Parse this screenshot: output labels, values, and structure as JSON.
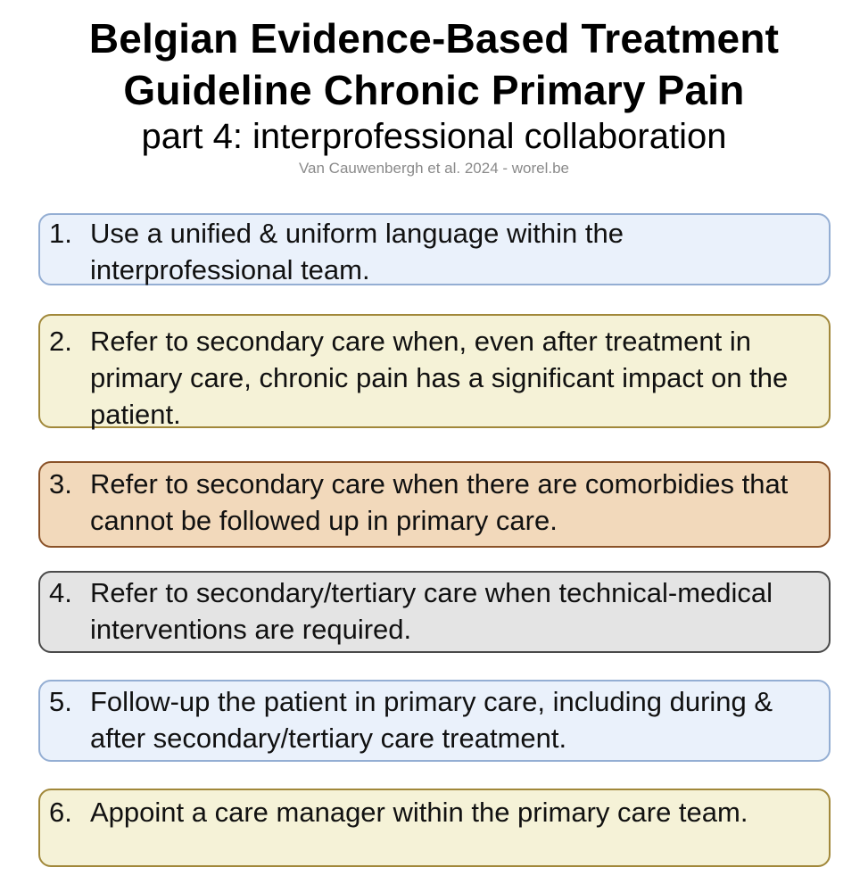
{
  "header": {
    "title_line_1": "Belgian Evidence-Based Treatment",
    "title_line_2": "Guideline Chronic Primary Pain",
    "subtitle": "part 4: interprofessional collaboration",
    "source": "Van Cauwenbergh et al. 2024 - worel.be"
  },
  "colors": {
    "blue_fill": "#eaf1fb",
    "blue_border": "#94aed3",
    "yellow_fill": "#f5f2d7",
    "yellow_border": "#a1883a",
    "orange_fill": "#f2d9bb",
    "orange_border": "#8a5228",
    "grey_fill": "#e4e4e4",
    "grey_border": "#4a4a4a"
  },
  "items": [
    {
      "number": "1.",
      "text": "Use a unified & uniform language within the interprofessional team."
    },
    {
      "number": "2.",
      "text": "Refer to secondary care when, even after treatment in primary care, chronic pain has a significant impact on the patient."
    },
    {
      "number": "3.",
      "text": "Refer to secondary care when there are comorbidies that cannot be followed up in primary care."
    },
    {
      "number": "4.",
      "text": "Refer to secondary/tertiary care when technical-medical interventions are required."
    },
    {
      "number": "5.",
      "text": "Follow-up the patient in primary care, including during & after secondary/tertiary care treatment."
    },
    {
      "number": "6.",
      "text": "Appoint a care manager within the primary care team."
    }
  ]
}
